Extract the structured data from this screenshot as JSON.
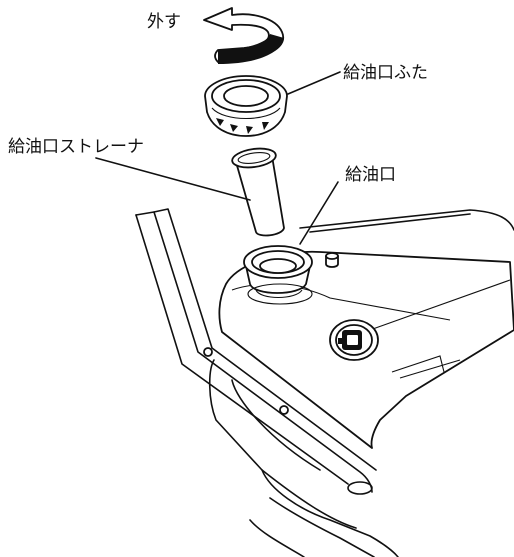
{
  "labels": {
    "remove": "外す",
    "fuel_cap": "給油口ふた",
    "strainer": "給油口ストレーナ",
    "fuel_inlet": "給油口"
  }
}
